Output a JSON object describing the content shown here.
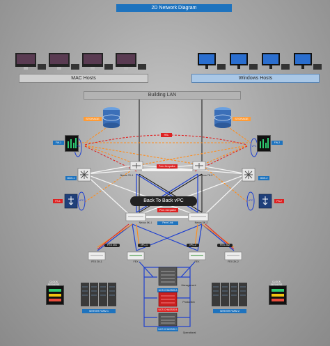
{
  "title": "2D Network Diagram",
  "hosts": {
    "mac_label": "MAC Hosts",
    "windows_label": "Windows Hosts"
  },
  "lan_label": "Building LAN",
  "storage": {
    "left_label": "STORAGE",
    "right_label": "STORAGE"
  },
  "peer_links": {
    "top_tag": "HSL",
    "nexus7_tag": "Peer-Keepalive",
    "nexus5_tag": "Peer-Keepalive",
    "vpc_peer_tag": "Peer Link"
  },
  "switches": {
    "n7k_left": "Nexus 7K-1",
    "n7k_right": "Nexus 7K-2",
    "n5k_left": "Nexus 5K-1",
    "n5k_right": "Nexus 5K-2",
    "mds_left": "MDS-1",
    "mds_right": "MDS-2",
    "fw_top_left": "FW-1",
    "fw_top_right": "FW-2",
    "fw_mid_left": "FS-1",
    "fw_mid_right": "FS-2"
  },
  "vpc": {
    "left_top": "vPC",
    "right_top": "vPC",
    "left_mid": "vPC",
    "right_mid": "vPC",
    "vpc1": "vPC-1",
    "vpc2": "vPC-2",
    "btb": "Back To Back vPC"
  },
  "fex": {
    "fex_left_tag": "FEX 201",
    "fex_right_tag": "FEX 202",
    "fex_2k_left": "FEX 2K-1",
    "fex_2k_right": "FEX 2K-2",
    "fex_mid_left": "FEX",
    "fex_mid_right": "FEX"
  },
  "ucs": {
    "a": "UCS CHASSIS A",
    "b": "UCS CHASSIS B",
    "c": "UCS CHASSIS C",
    "side_a": "Management",
    "side_b": "Production",
    "side_c": "Operational"
  },
  "server_farms": {
    "left": "SERVER FARM 1",
    "right": "SERVER FARM 2"
  },
  "clocks": {
    "left_title": "CLOCK SERVERS",
    "right_title": "CLOCK SERVERS"
  },
  "colors": {
    "accent_blue": "#1e73be",
    "link_orange": "#ff8c1a",
    "link_red": "#e02020",
    "link_blue": "#1d3fd0",
    "link_black": "#111111",
    "link_white": "#f4f4f4"
  }
}
